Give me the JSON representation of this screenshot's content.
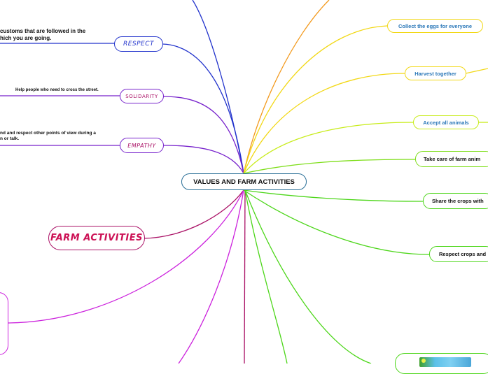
{
  "central": {
    "label": "VALUES AND FARM ACTIVITIES"
  },
  "left_topics": {
    "respect": {
      "label": "RESPECT",
      "note_line1": "customs that are followed in the",
      "note_line2": "hich you are going."
    },
    "solidarity": {
      "label": "SOLIDARITY",
      "note": "Help people who need to cross the street."
    },
    "empathy": {
      "label": "EMPATHY",
      "note_line1": "nd and respect other points of view during a",
      "note_line2": "n or talk."
    },
    "farm_activities": {
      "label": "FARM ACTIVITIES"
    }
  },
  "right_topics": {
    "collect_eggs": "Collect the eggs for everyone",
    "harvest": "Harvest together",
    "accept_animals": "Accept all animals",
    "take_care": "Take care of farm anim",
    "share_crops": "Share the crops with",
    "respect_crops": "Respect crops and"
  },
  "colors": {
    "central_border": "#2a6f97",
    "respect": "#2233cc",
    "solidarity": "#7722cc",
    "empathy": "#7722cc",
    "farm_activities": "#aa1166",
    "orange_branch": "#f39a1e",
    "yellow_branch": "#f2d816",
    "yellowgreen_branch": "#c8ec1a",
    "green_branch": "#4dd61a",
    "magenta_branch": "#cc22dd"
  }
}
